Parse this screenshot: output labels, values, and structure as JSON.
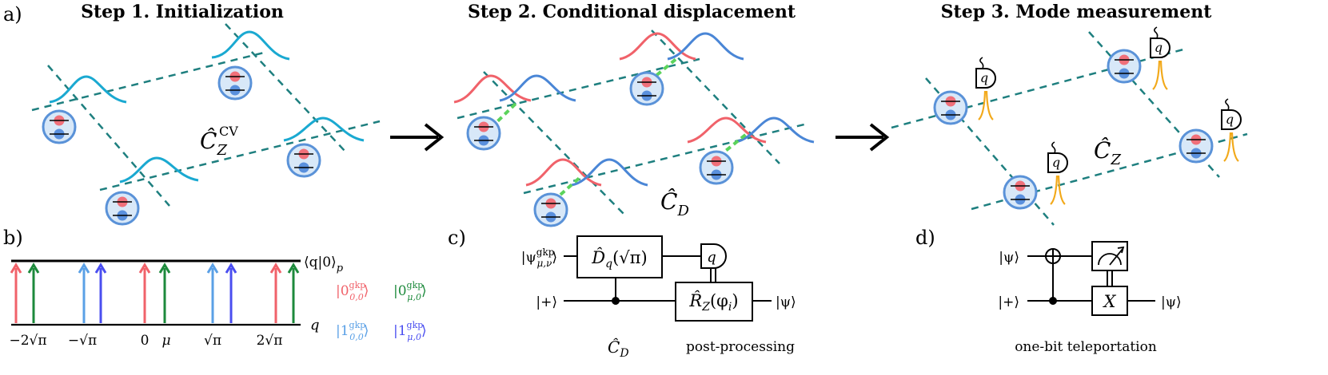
{
  "panels": {
    "a": "a)",
    "b": "b)",
    "c": "c)",
    "d": "d)"
  },
  "steps": {
    "step1": "Step 1. Initialization",
    "step2": "Step 2. Conditional displacement",
    "step3": "Step 3. Mode measurement"
  },
  "operators": {
    "cz_cv_base": "Ĉ",
    "cz_cv_sub": "Z",
    "cz_cv_sup": "CV",
    "cd_base": "Ĉ",
    "cd_sub": "D",
    "cz_base": "Ĉ",
    "cz_sub": "Z"
  },
  "measure_symbol": "q",
  "panel_b": {
    "wavefunction_label": "⟨q|0⟩",
    "wavefunction_sub": "p",
    "axis_label": "q",
    "ticks": [
      "−2√π",
      "−√π",
      "0",
      "μ",
      "√π",
      "2√π"
    ],
    "legend": [
      {
        "ket": "|0",
        "sup": "gkp",
        "sub": "0,0",
        "close": "⟩",
        "color": "#f0626a"
      },
      {
        "ket": "|0",
        "sup": "gkp",
        "sub": "μ,0",
        "close": "⟩",
        "color": "#1d8a3c"
      },
      {
        "ket": "|1",
        "sup": "gkp",
        "sub": "0,0",
        "close": "⟩",
        "color": "#5aa0e6"
      },
      {
        "ket": "|1",
        "sup": "gkp",
        "sub": "μ,0",
        "close": "⟩",
        "color": "#4a4ef0"
      }
    ]
  },
  "panel_c": {
    "input_top": "|ψ",
    "input_top_sup": "gkp",
    "input_top_sub": "μ,ν",
    "input_bottom": "|+⟩",
    "gate_displace": "D̂",
    "gate_displace_sub": "q",
    "gate_displace_arg": "(√π)",
    "gate_rotation": "R̂",
    "gate_rotation_sub": "Z",
    "gate_rotation_arg": "(φ",
    "gate_rotation_arg_sub": "i",
    "gate_rotation_close": ")",
    "output": "|ψ⟩",
    "label_cd": "Ĉ",
    "label_cd_sub": "D",
    "label_post": "post-processing"
  },
  "panel_d": {
    "input_top": "|ψ⟩",
    "input_bottom": "|+⟩",
    "gate_x": "X",
    "output": "|ψ⟩",
    "caption": "one-bit teleportation"
  },
  "colors": {
    "grid": "#1e7f7f",
    "wave_init": "#1aa9d1",
    "wave_red": "#f0626a",
    "wave_blue": "#4a86d6",
    "link_green": "#5bd35b",
    "mode_fill": "#d8e8f8",
    "mode_stroke": "#5a92d8",
    "dot_red": "#f0707a",
    "dot_blue": "#5a90dd",
    "signal_orange": "#f2a91a"
  }
}
